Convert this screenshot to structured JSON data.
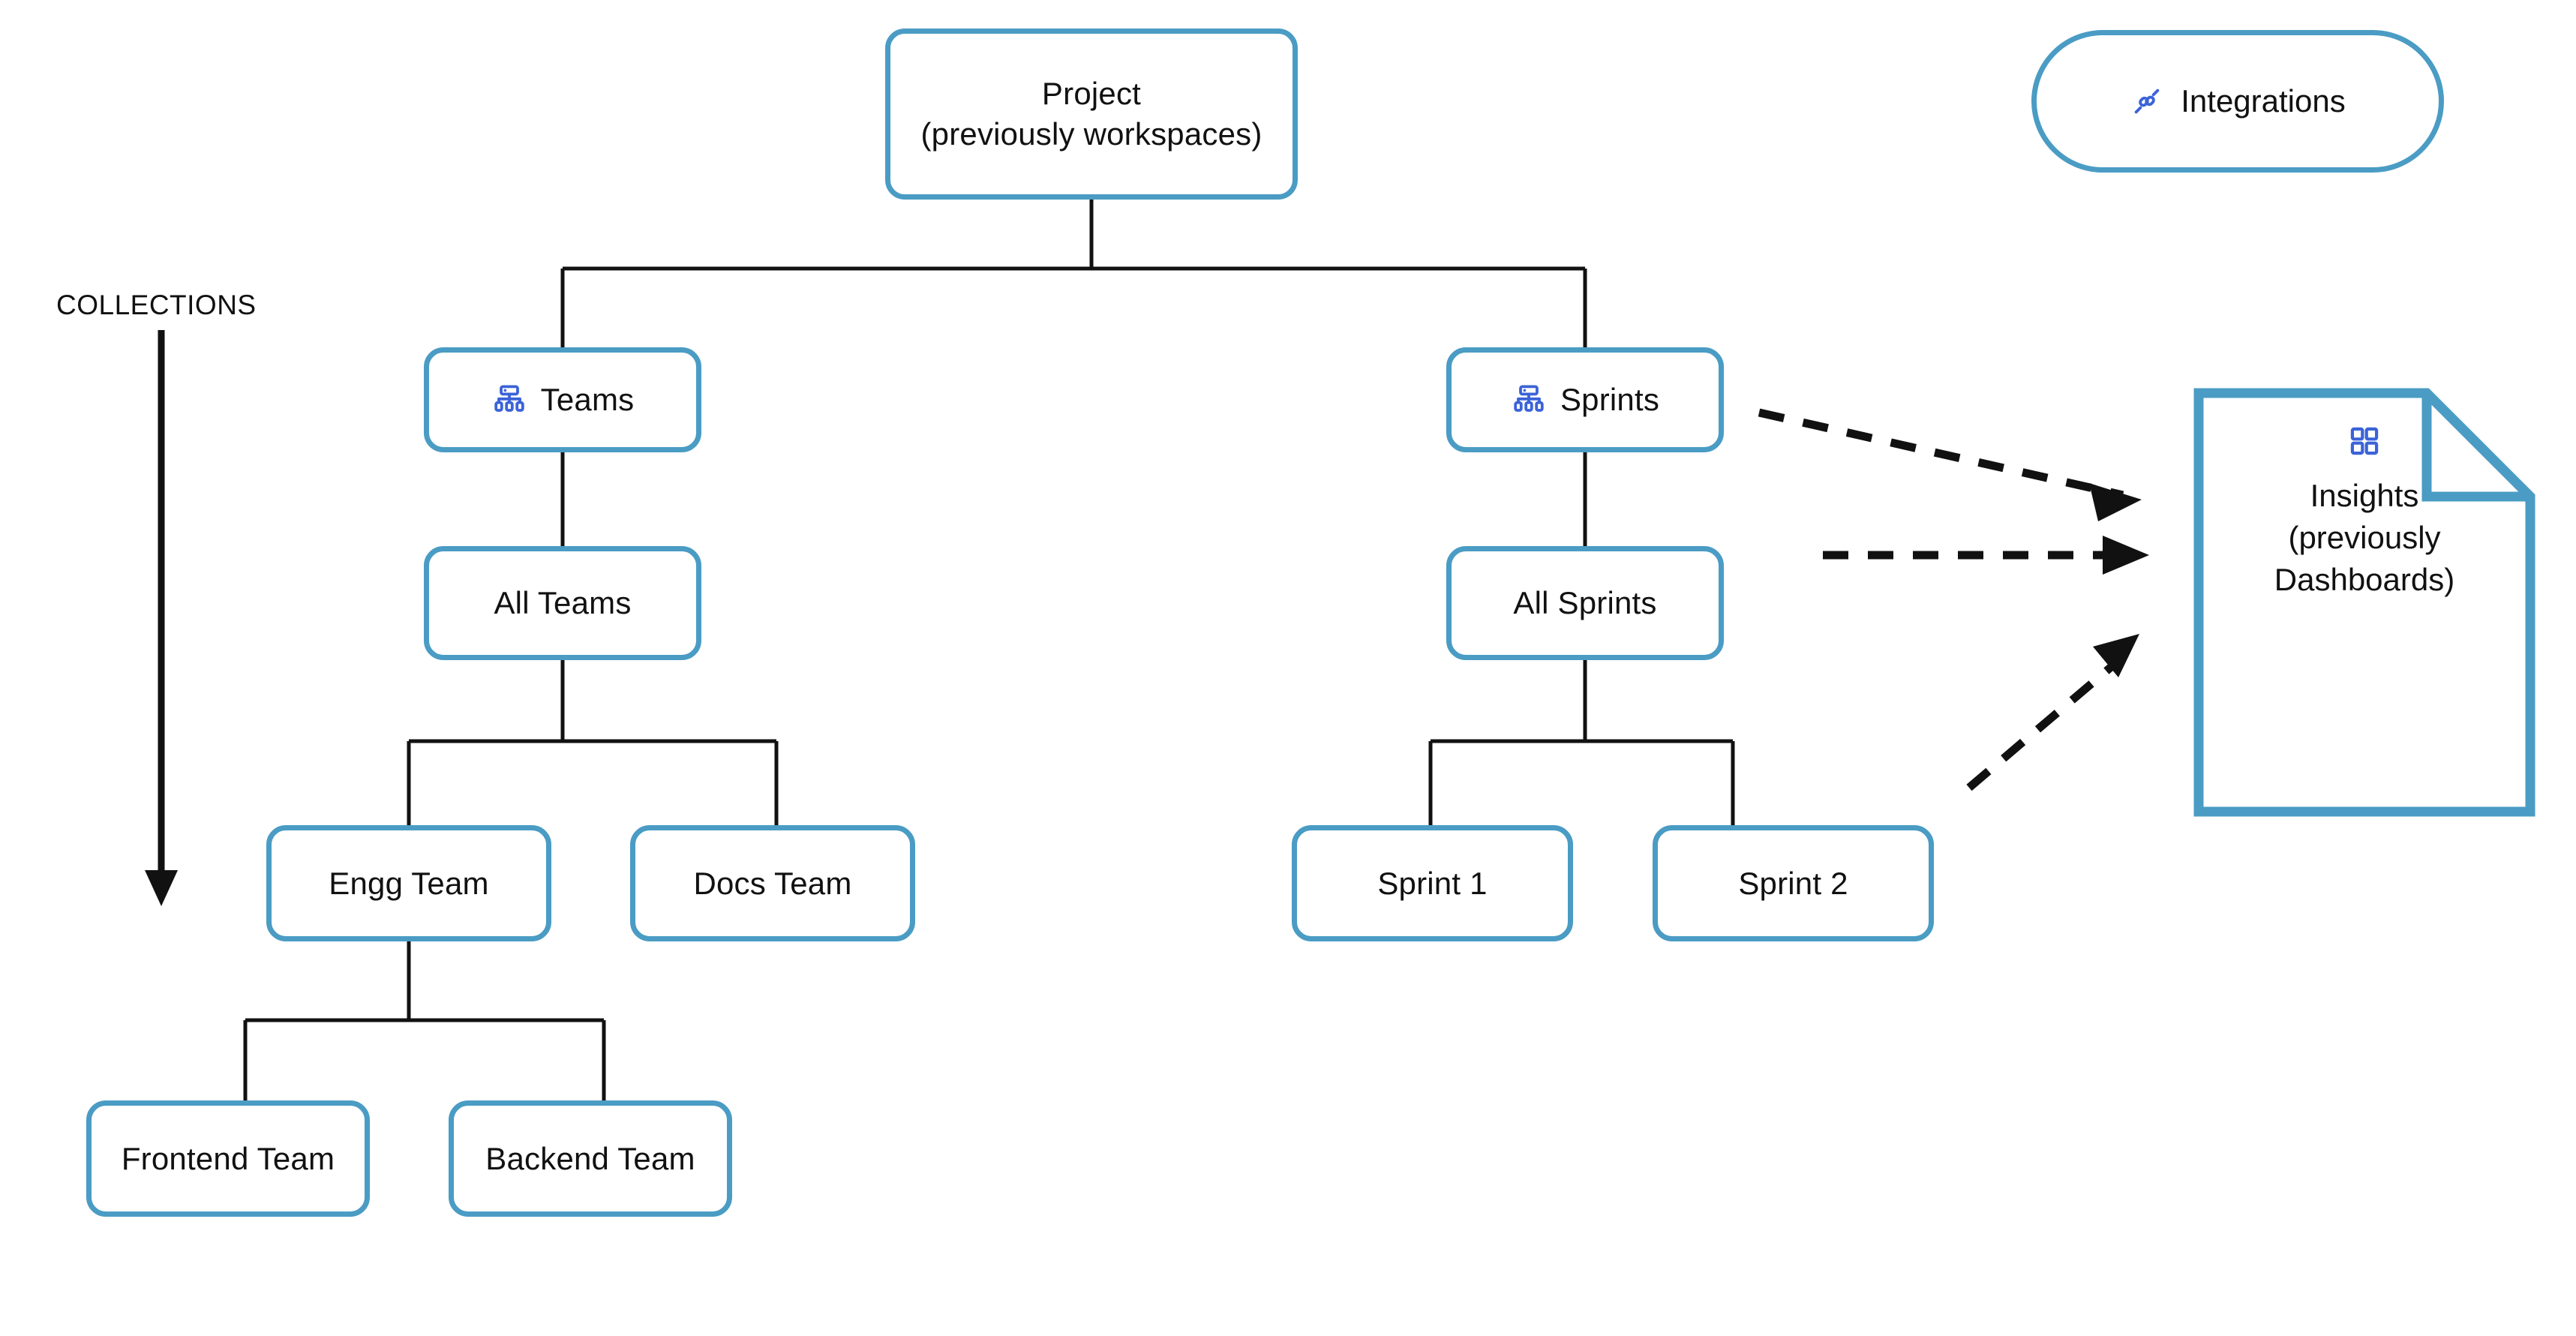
{
  "diagram": {
    "title_node": {
      "label": "Project\n(previously workspaces)",
      "name": "node-project"
    },
    "section_label": "COLLECTIONS",
    "collections_arrow": "down-arrow",
    "integrations": {
      "label": "Integrations",
      "icon": "plug-connector-icon"
    },
    "branches": [
      {
        "root": {
          "label": "Teams",
          "icon": "hierarchy-icon"
        },
        "all": {
          "label": "All Teams"
        },
        "children": [
          {
            "label": "Engg Team"
          },
          {
            "label": "Docs Team"
          }
        ],
        "grandchildren": [
          {
            "label": "Frontend Team"
          },
          {
            "label": "Backend Team"
          }
        ]
      },
      {
        "root": {
          "label": "Sprints",
          "icon": "hierarchy-icon"
        },
        "all": {
          "label": "All Sprints"
        },
        "children": [
          {
            "label": "Sprint 1"
          },
          {
            "label": "Sprint 2"
          }
        ],
        "grandchildren": []
      }
    ],
    "insights": {
      "label": "Insights\n(previously\nDashboards)",
      "icon": "dashboard-grid-icon"
    },
    "colors": {
      "node_border": "#4a9cc4",
      "connector": "#111111",
      "icon_blue": "#3b63d8",
      "text": "#111111",
      "background": "#ffffff"
    }
  }
}
